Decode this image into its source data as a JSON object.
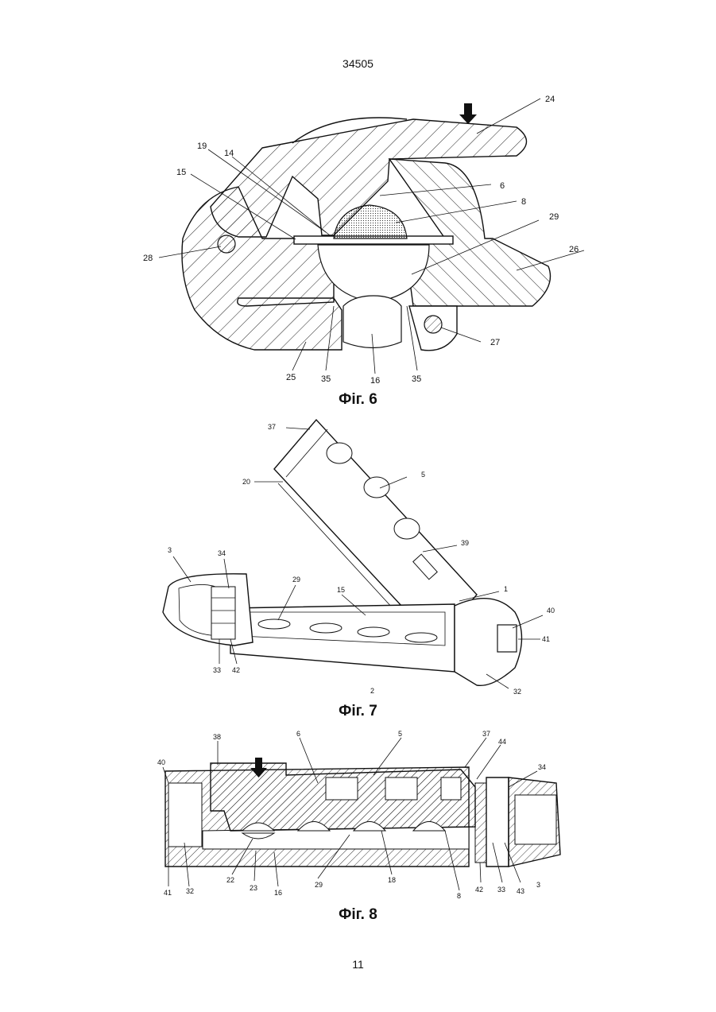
{
  "page": {
    "doc_number": "34505",
    "page_number": "11"
  },
  "figures": [
    {
      "caption": "Фіг. 6",
      "labels": [
        "24",
        "19",
        "14",
        "15",
        "6",
        "8",
        "29",
        "26",
        "28",
        "27",
        "25",
        "35",
        "16",
        "35"
      ]
    },
    {
      "caption": "Фіг. 7",
      "labels": [
        "37",
        "20",
        "5",
        "39",
        "1",
        "3",
        "34",
        "29",
        "15",
        "40",
        "41",
        "33",
        "42",
        "2",
        "32"
      ]
    },
    {
      "caption": "Фіг. 8",
      "labels": [
        "38",
        "6",
        "5",
        "37",
        "44",
        "40",
        "34",
        "41",
        "32",
        "22",
        "23",
        "16",
        "29",
        "18",
        "8",
        "42",
        "33",
        "43",
        "3"
      ]
    }
  ]
}
